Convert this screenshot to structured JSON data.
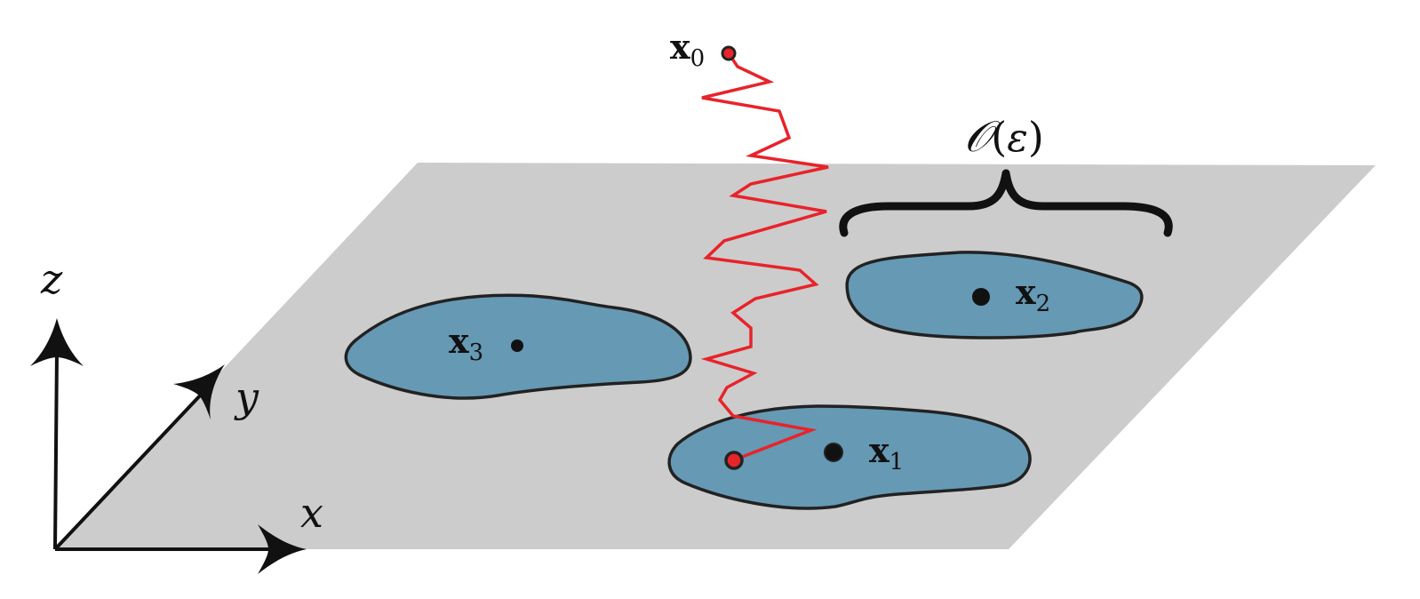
{
  "figure": {
    "plane_color": "#cccccc",
    "region_fill": "#6699b4",
    "region_stroke": "#222222",
    "path_color": "#e8232a",
    "axes": {
      "z_label": "z",
      "y_label": "y",
      "x_label": "x"
    },
    "points": {
      "x0": {
        "base": "x",
        "sub": "0"
      },
      "x1": {
        "base": "x",
        "sub": "1"
      },
      "x2": {
        "base": "x",
        "sub": "2"
      },
      "x3": {
        "base": "x",
        "sub": "3"
      }
    },
    "scale_annotation": {
      "symbol": "𝒪",
      "open": "(",
      "arg": "ε",
      "close": ")"
    }
  }
}
